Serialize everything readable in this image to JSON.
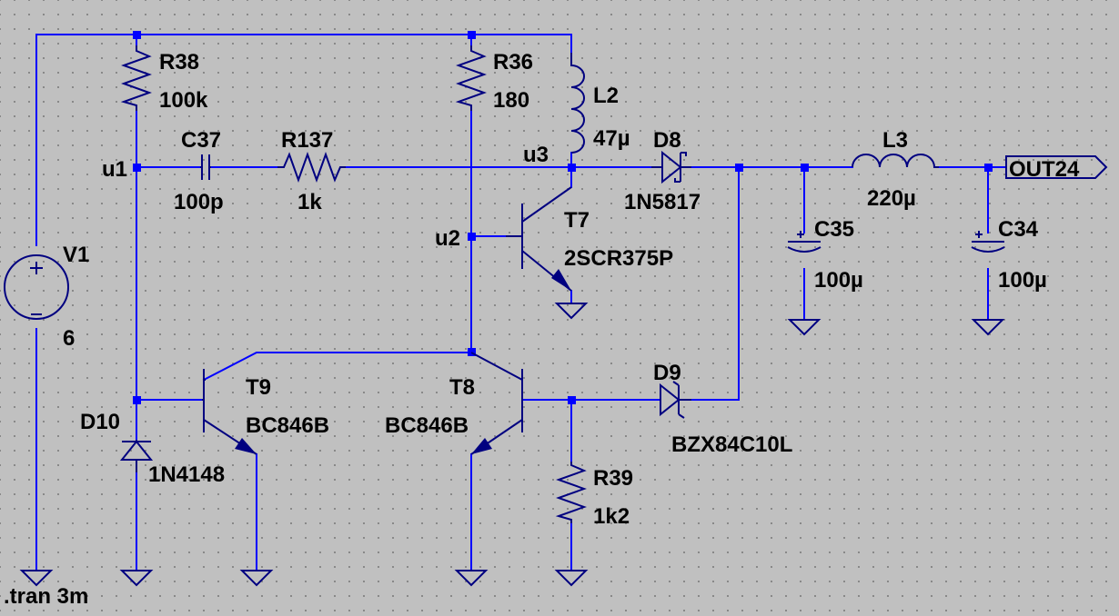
{
  "components": {
    "R38": {
      "ref": "R38",
      "value": "100k"
    },
    "R36": {
      "ref": "R36",
      "value": "180"
    },
    "L2": {
      "ref": "L2",
      "value": "47µ"
    },
    "C37": {
      "ref": "C37",
      "value": "100p"
    },
    "R137": {
      "ref": "R137",
      "value": "1k"
    },
    "D8": {
      "ref": "D8",
      "value": "1N5817"
    },
    "L3": {
      "ref": "L3",
      "value": "220µ"
    },
    "T7": {
      "ref": "T7",
      "value": "2SCR375P"
    },
    "C35": {
      "ref": "C35",
      "value": "100µ"
    },
    "C34": {
      "ref": "C34",
      "value": "100µ"
    },
    "V1": {
      "ref": "V1",
      "value": "6"
    },
    "T9": {
      "ref": "T9",
      "value": "BC846B"
    },
    "T8": {
      "ref": "T8",
      "value": "BC846B"
    },
    "D9": {
      "ref": "D9",
      "value": "BZX84C10L"
    },
    "D10": {
      "ref": "D10",
      "value": "1N4148"
    },
    "R39": {
      "ref": "R39",
      "value": "1k2"
    }
  },
  "nets": {
    "u1": "u1",
    "u2": "u2",
    "u3": "u3",
    "out": "OUT24"
  },
  "directive": ".tran 3m",
  "colors": {
    "background": "#c0c0c0",
    "wire": "#0000ff",
    "component": "#000080",
    "junction": "#0000ff",
    "text": "#000000"
  }
}
